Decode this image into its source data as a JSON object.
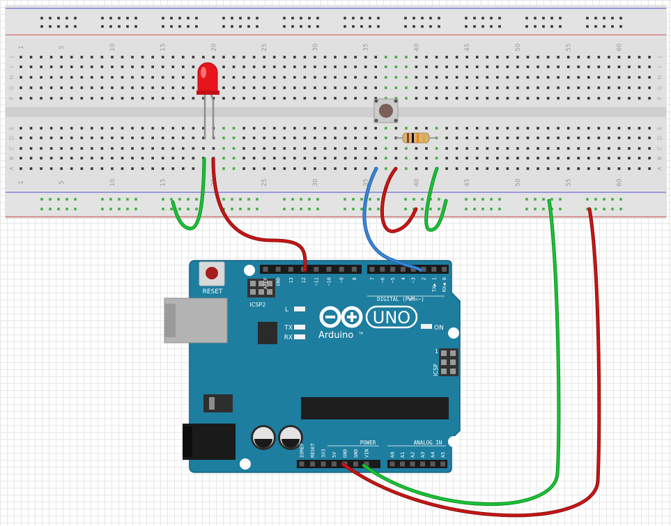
{
  "breadboard": {
    "column_numbers": [
      "1",
      "5",
      "10",
      "15",
      "20",
      "25",
      "30",
      "35",
      "40",
      "45",
      "50",
      "55",
      "60"
    ],
    "row_letters_top": [
      "J",
      "I",
      "H",
      "G",
      "F"
    ],
    "row_letters_bottom": [
      "E",
      "D",
      "C",
      "B",
      "A"
    ]
  },
  "arduino": {
    "reset_label": "RESET",
    "icsp2_label": "ICSP2",
    "icsp_label": "ICSP",
    "icsp_pin1": "1",
    "digital_pins_left": [
      "AREF",
      "GND",
      "13",
      "12",
      "~11",
      "~10",
      "~9",
      "8"
    ],
    "digital_pins_right": [
      "7",
      "~6",
      "~5",
      "4",
      "~3",
      "2",
      "TX▶ 1",
      "RX◀ 0"
    ],
    "digital_label": "DIGITAL (PWM=~)",
    "led_l": "L",
    "led_tx": "TX",
    "led_rx": "RX",
    "led_on": "ON",
    "brand": "Arduino",
    "tm": "TM",
    "model": "UNO",
    "power_pins": [
      "IOREF",
      "RESET",
      "3V3",
      "5V",
      "GND",
      "GND",
      "VIN"
    ],
    "power_label": "POWER",
    "analog_pins": [
      "A0",
      "A1",
      "A2",
      "A3",
      "A4",
      "A5"
    ],
    "analog_label": "ANALOG IN"
  },
  "colors": {
    "board_blue": "#1d7ea0",
    "wire_green": "#19c436",
    "wire_red": "#c91616",
    "wire_blue": "#3a86d6",
    "led_red": "#e8141c",
    "breadboard": "#dcdcdc"
  }
}
